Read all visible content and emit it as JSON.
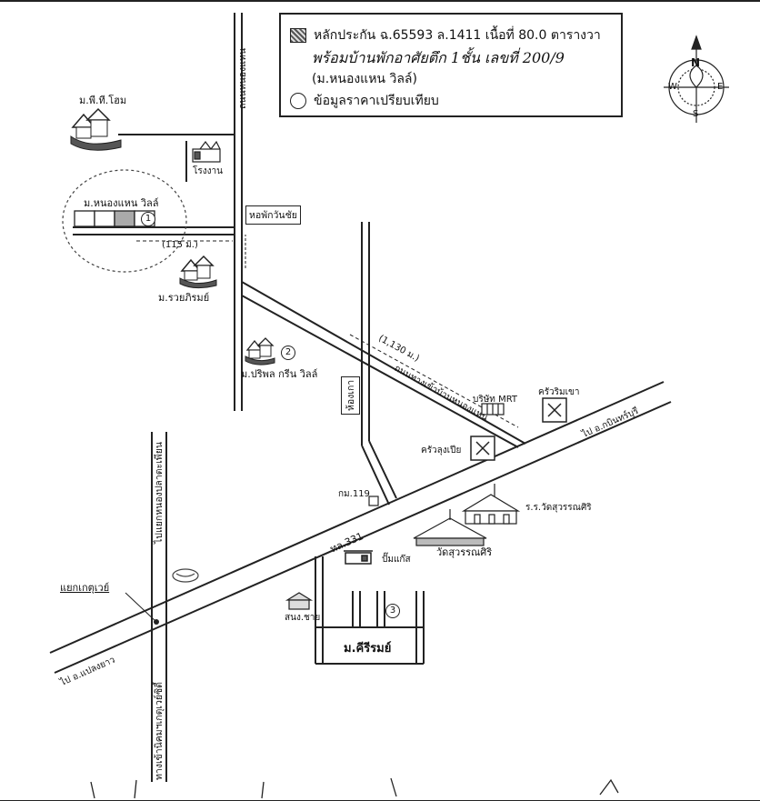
{
  "legend": {
    "collateral_text": "หลักประกัน ฉ.65593 ล.1411 เนื้อที่ 80.0 ตารางวา",
    "handwritten_line": "พร้อมบ้านพักอาศัยตึก 1ชั้น เลขที่ 200/9",
    "village_note": "(ม.หนองแหน วิลล์)",
    "comparison_text": "ข้อมูลราคาเปรียบเทียบ"
  },
  "compass": {
    "north": "N",
    "south": "S",
    "east": "E",
    "west": "W"
  },
  "labels": {
    "pt_home": "ม.พี.ที.โฮม",
    "factory": "โรงงาน",
    "nongnhaen_ville": "ม.หนองแหน วิลล์",
    "distance_115": "(115 ม.)",
    "ruai_phirom": "ม.รวยภิรมย์",
    "dorm_wanchai": "หอพักวันชัย",
    "road_nongnhaen_vertical": "ถนนหนองแหน",
    "pripon_green_ville": "ม.ปริพล กรีน วิลล์",
    "distance_1130": "(1,130 ม.)",
    "road_diagonal": "ถนนทางเข้าบ้านหนองแหน",
    "mrt_company": "บริษัท MRT",
    "restaurant_rimkhao": "ครัวริมเขา",
    "nong_kao": "ห้องเกา",
    "restaurant_lungpia": "ครัวลุงเปีย",
    "to_kabinburi": "ไป อ.กบินทร์บุรี",
    "km_119": "กม.119",
    "school": "ร.ร.วัดสุวรรณศิริ",
    "highway_331": "ทล.331",
    "temple": "วัดสุวรรณศิริ",
    "gas_station": "ปั๊มแก๊ส",
    "to_phanat_junction": "ไปแยกหนองปลาตะเพียน",
    "ket_junction": "แยกเกตุเวย์",
    "snooker": "สนง.ชาย",
    "kiri_rom": "ม.คีรีรมย์",
    "to_plaeng_yao": "ไป อ.แปลงยาว",
    "to_ketway_entrance": "ทางเข้านิคมฯเกตุเวย์ซิตี้",
    "marker_1": "1",
    "marker_2": "2",
    "marker_3": "3"
  }
}
